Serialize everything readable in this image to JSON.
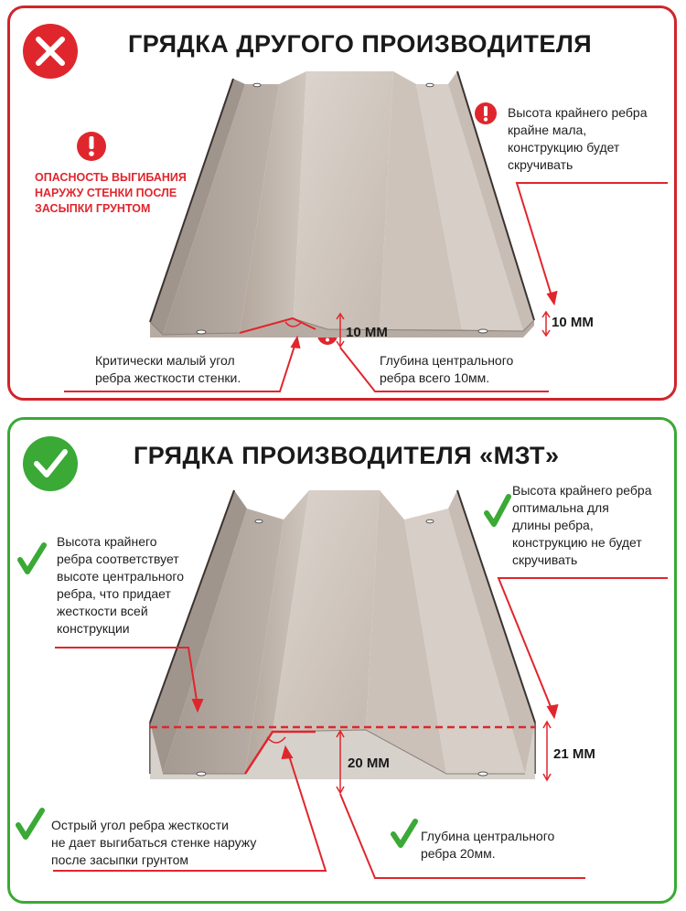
{
  "bad": {
    "title": "ГРЯДКА ДРУГОГО ПРОИЗВОДИТЕЛЯ",
    "warning_left": "ОПАСНОСТЬ ВЫГИБАНИЯ\nНАРУЖУ СТЕНКИ ПОСЛЕ\nЗАСЫПКИ ГРУНТОМ",
    "note_right": "Высота крайнего ребра\nкрайне мала,\nконструкцию будет\nскручивать",
    "note_angle": "Критически малый угол\nребра жесткости стенки.",
    "note_depth": "Глубина центрального\nребра всего 10мм.",
    "dim_center": "10 ММ",
    "dim_side": "10 ММ"
  },
  "good": {
    "title": "ГРЯДКА ПРОИЗВОДИТЕЛЯ «МЗТ»",
    "note_right": "Высота крайнего ребра\nоптимальна для\nдлины ребра,\nконструкцию не будет\nскручивать",
    "note_left": "Высота крайнего\nребра соответствует\nвысоте центрального\nребра, что придает\nжесткости всей\nконструкции",
    "note_angle": "Острый угол ребра жесткости\nне дает выгибаться стенке наружу\nпосле засыпки грунтом",
    "note_depth": "Глубина центрального\nребра 20мм.",
    "dim_center": "20 ММ",
    "dim_side": "21 ММ"
  },
  "colors": {
    "bad": "#d0252b",
    "good": "#3aa935",
    "metal_light": "#d8cfc8",
    "metal_mid": "#bfb4ab",
    "metal_dark": "#a99d93",
    "edge": "#3b3330"
  }
}
